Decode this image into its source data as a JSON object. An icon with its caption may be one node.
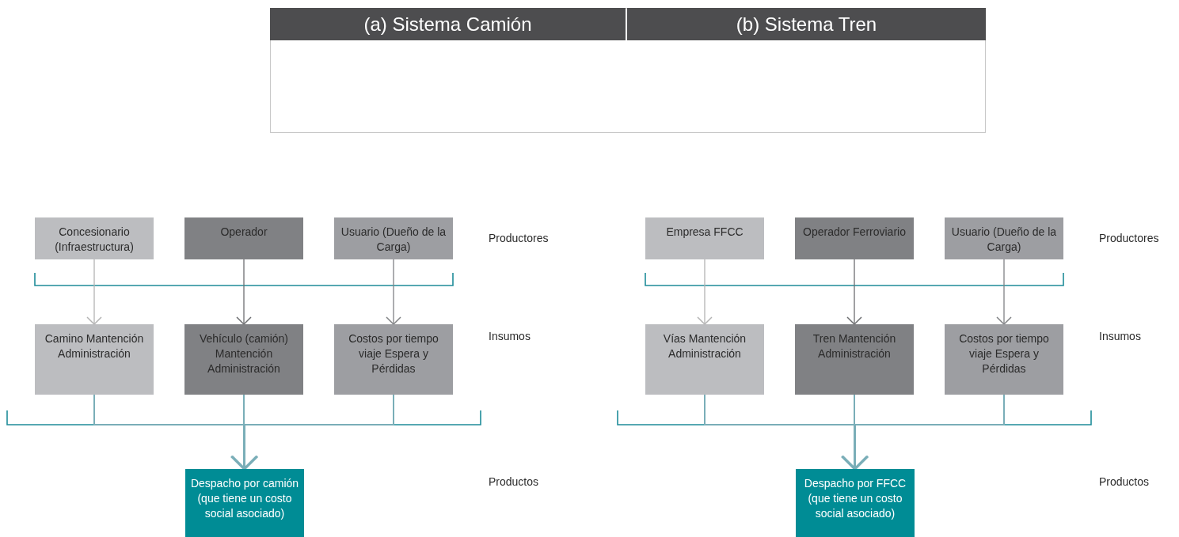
{
  "diagram": {
    "nodes": [
      {
        "text": [
          "Concesionario (Infraestructura)"
        ]
      },
      {
        "text": [
          "Operador"
        ]
      },
      {
        "text": [
          "Usuario (Dueño de la Carga)"
        ]
      },
      {
        "text": [
          "Camino Mantención Administración"
        ]
      },
      {
        "text": [
          "Vehículo (camión) Mantención Administración"
        ]
      },
      {
        "text": [
          "Costos por tiempo viaje Espera y Pérdidas"
        ]
      },
      {
        "text": [
          "Despacho por camión (que tiene un costo social asociado)"
        ]
      },
      {
        "text": [
          "Empresa FFCC"
        ]
      },
      {
        "text": [
          "Operador Ferroviario"
        ]
      },
      {
        "text": [
          "Usuario (Dueño de la Carga)"
        ]
      },
      {
        "text": [
          "Vías Mantención Administración"
        ]
      },
      {
        "text": [
          "Tren Mantención Administración"
        ]
      },
      {
        "text": [
          "Costos por tiempo viaje Espera y Pérdidas"
        ]
      },
      {
        "text": [
          "Despacho por FFCC (que tiene un costo social asociado)"
        ]
      }
    ],
    "edges": [
      {
        "from": 0,
        "to": 3,
        "arrow": "to",
        "color": "#b3b3b3"
      },
      {
        "from": 1,
        "to": 4,
        "arrow": "to",
        "color": "#6d6e71"
      },
      {
        "from": 2,
        "to": 5,
        "arrow": "to",
        "color": "#808285"
      },
      {
        "from": 3,
        "to": 6,
        "arrow": "to",
        "color": "#7aaeb8"
      },
      {
        "from": 4,
        "to": 6,
        "arrow": "to",
        "color": "#7aaeb8"
      },
      {
        "from": 5,
        "to": 6,
        "arrow": "to",
        "color": "#7aaeb8"
      },
      {
        "from": 7,
        "to": 10,
        "arrow": "to",
        "color": "#b3b3b3"
      },
      {
        "from": 8,
        "to": 11,
        "arrow": "to",
        "color": "#6d6e71"
      },
      {
        "from": 9,
        "to": 12,
        "arrow": "to",
        "color": "#808285"
      },
      {
        "from": 10,
        "to": 13,
        "arrow": "to",
        "color": "#7aaeb8"
      },
      {
        "from": 11,
        "to": 13,
        "arrow": "to",
        "color": "#7aaeb8"
      },
      {
        "from": 12,
        "to": 13,
        "arrow": "to",
        "color": "#7aaeb8"
      }
    ],
    "labels": [
      "(a) Sistema Camión",
      "(b) Sistema Tren",
      "Productores",
      "Insumos",
      "Productos",
      "Productores",
      "Insumos",
      "Productos"
    ]
  }
}
